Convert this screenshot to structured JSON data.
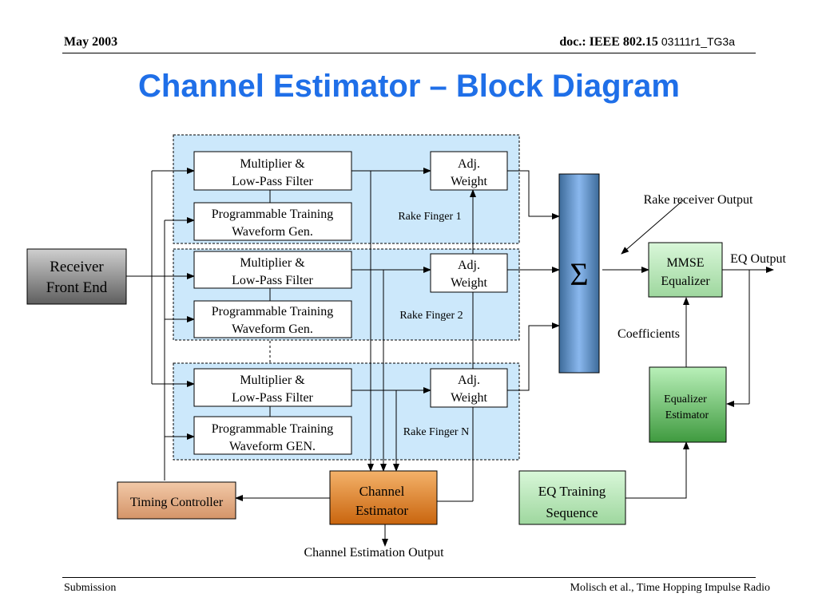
{
  "header": {
    "date": "May 2003",
    "doc_prefix": "doc.: IEEE 802.15",
    "doc_number": "03111r1_TG3a"
  },
  "title": "Channel Estimator – Block Diagram",
  "blocks": {
    "receiver_front_end": [
      "Receiver",
      "Front End"
    ],
    "finger1_multiplier": [
      "Multiplier &",
      "Low-Pass Filter"
    ],
    "finger1_waveform": [
      "Programmable Training",
      "Waveform Gen."
    ],
    "finger1_weight": [
      "Adj.",
      "Weight"
    ],
    "finger2_multiplier": [
      "Multiplier &",
      "Low-Pass Filter"
    ],
    "finger2_waveform": [
      "Programmable Training",
      "Waveform Gen."
    ],
    "finger2_weight": [
      "Adj.",
      "Weight"
    ],
    "fingerN_multiplier": [
      "Multiplier &",
      "Low-Pass Filter"
    ],
    "fingerN_waveform": [
      "Programmable Training",
      "Waveform GEN."
    ],
    "fingerN_weight": [
      "Adj.",
      "Weight"
    ],
    "summer_symbol": "Σ",
    "mmse_equalizer": [
      "MMSE",
      "Equalizer"
    ],
    "equalizer_estimator": [
      "Equalizer",
      "Estimator"
    ],
    "eq_training_sequence": [
      "EQ Training",
      "Sequence"
    ],
    "channel_estimator": [
      "Channel",
      "Estimator"
    ],
    "timing_controller": "Timing Controller"
  },
  "labels": {
    "rake_finger_1": "Rake Finger 1",
    "rake_finger_2": "Rake Finger 2",
    "rake_finger_n": "Rake Finger N",
    "rake_receiver_output": "Rake receiver Output",
    "eq_output": "EQ Output",
    "coefficients": "Coefficients",
    "channel_estimation_output": "Channel Estimation Output"
  },
  "colors": {
    "title": "#1f6fe8",
    "finger_background": "#cce8fb",
    "summer": "#4f81bd",
    "equalizer_green": "#7fce7f",
    "channel_estimator_orange": "#e8841a",
    "timing_controller_tan": "#e6b089",
    "receiver_gray": "#8a8a8a"
  },
  "footer": {
    "left": "Submission",
    "right": "Molisch et al., Time  Hopping Impulse Radio"
  }
}
